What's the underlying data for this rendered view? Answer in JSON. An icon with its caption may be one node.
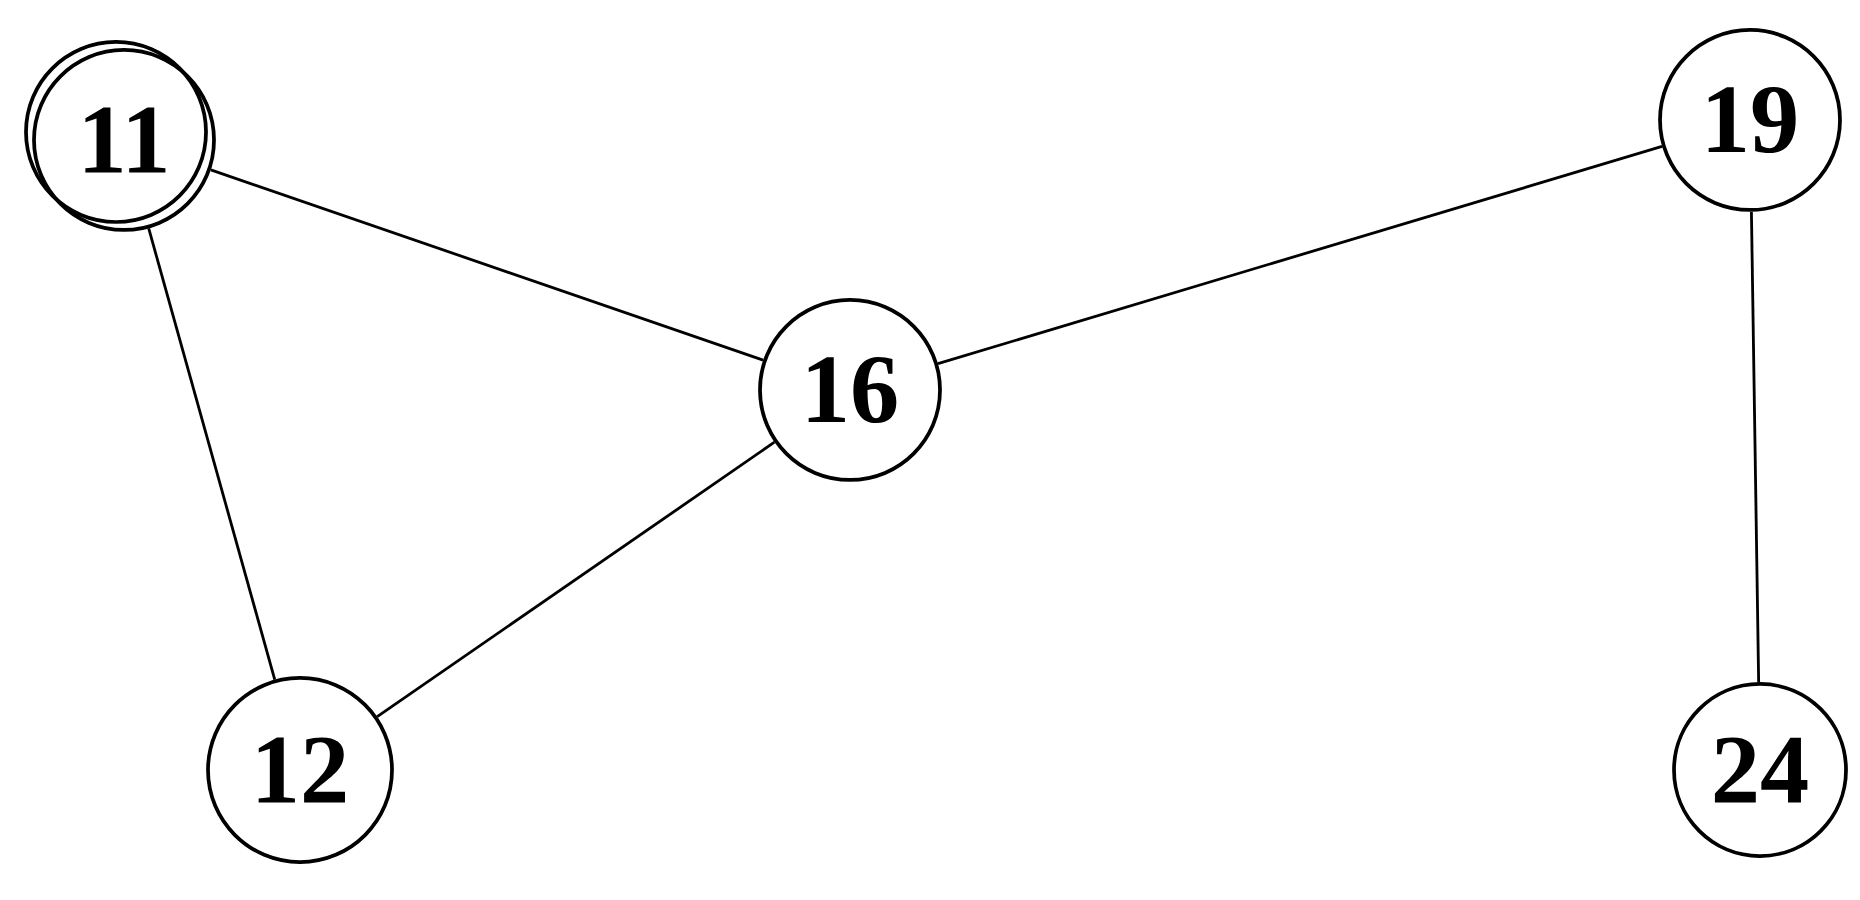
{
  "diagram": {
    "nodes": [
      {
        "text": [
          "11"
        ]
      },
      {
        "text": [
          "16"
        ]
      },
      {
        "text": [
          "19"
        ]
      },
      {
        "text": [
          "12"
        ]
      },
      {
        "text": [
          "24"
        ]
      }
    ],
    "edges": [
      {
        "from": 0,
        "to": 1,
        "arrow": "none"
      },
      {
        "from": 0,
        "to": 3,
        "arrow": "none"
      },
      {
        "from": 3,
        "to": 1,
        "arrow": "none"
      },
      {
        "from": 1,
        "to": 2,
        "arrow": "none"
      },
      {
        "from": 2,
        "to": 4,
        "arrow": "none"
      }
    ]
  }
}
